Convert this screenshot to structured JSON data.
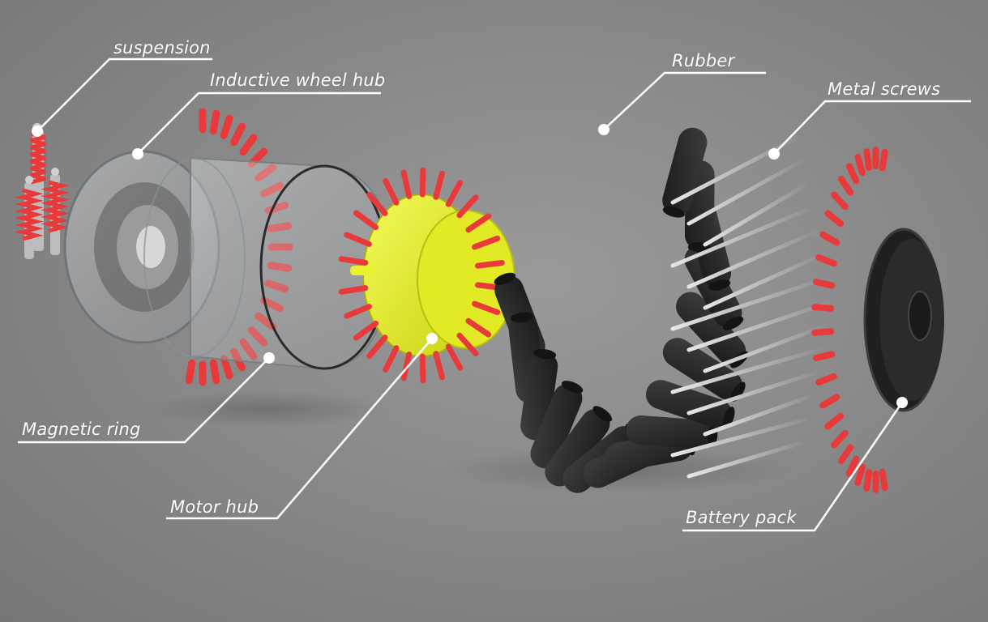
{
  "colors": {
    "background": "#8a8a8a",
    "red": "#e83a3a",
    "yellow": "#e9f22c",
    "rubber": "#2b2b2b",
    "metal": "#c8c8c8",
    "callout": "#ffffff"
  },
  "labels": {
    "suspension": "suspension",
    "inductive_wheel_hub": "Inductive wheel hub",
    "rubber": "Rubber",
    "metal_screws": "Metal screws",
    "magnetic_ring": "Magnetic ring",
    "motor_hub": "Motor hub",
    "battery_pack": "Battery pack"
  }
}
